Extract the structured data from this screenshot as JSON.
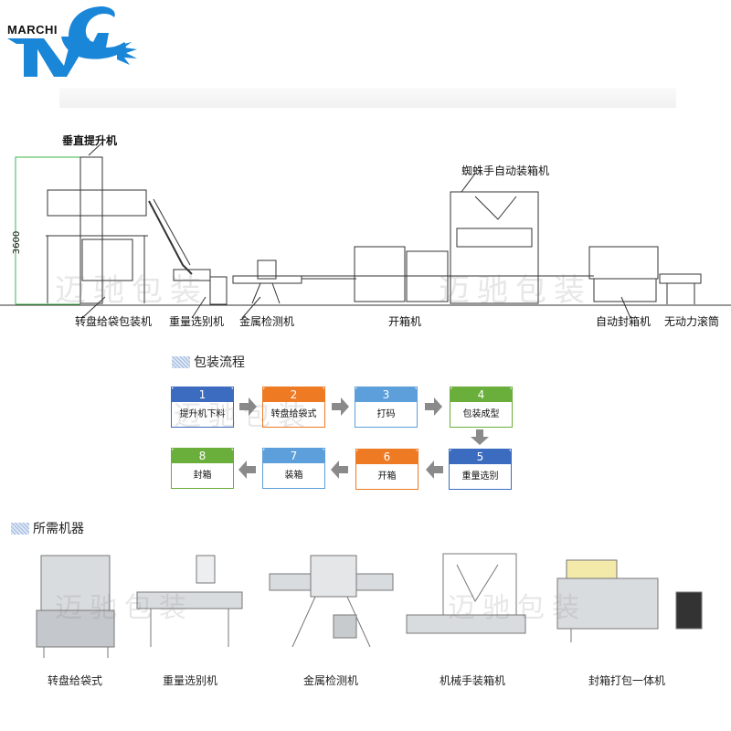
{
  "logo": {
    "text": "MARCHI",
    "brand_color": "#1a86d8"
  },
  "watermark": "迈驰包装",
  "layout_diagram": {
    "dimension": "3600",
    "labels": {
      "elevator": "垂直提升机",
      "spider_packer": "蜘蛛手自动装箱机",
      "rotary": "转盘给袋包装机",
      "checkweigher": "重量选别机",
      "metal_detector": "金属检测机",
      "case_erector": "开箱机",
      "case_sealer": "自动封箱机",
      "roller": "无动力滚筒"
    }
  },
  "flow": {
    "title": "包装流程",
    "steps": [
      {
        "num": "1",
        "label": "提升机下料",
        "color": "#3b6cc0"
      },
      {
        "num": "2",
        "label": "转盘给袋式",
        "color": "#ee7a24"
      },
      {
        "num": "3",
        "label": "打码",
        "color": "#5c9fdb"
      },
      {
        "num": "4",
        "label": "包装成型",
        "color": "#6aae3c"
      },
      {
        "num": "5",
        "label": "重量选别",
        "color": "#3b6cc0"
      },
      {
        "num": "6",
        "label": "开箱",
        "color": "#ee7a24"
      },
      {
        "num": "7",
        "label": "装箱",
        "color": "#5c9fdb"
      },
      {
        "num": "8",
        "label": "封箱",
        "color": "#6aae3c"
      }
    ]
  },
  "machines": {
    "title": "所需机器",
    "items": [
      "转盘给袋式",
      "重量选别机",
      "金属检测机",
      "机械手装箱机",
      "封箱打包一体机"
    ]
  }
}
